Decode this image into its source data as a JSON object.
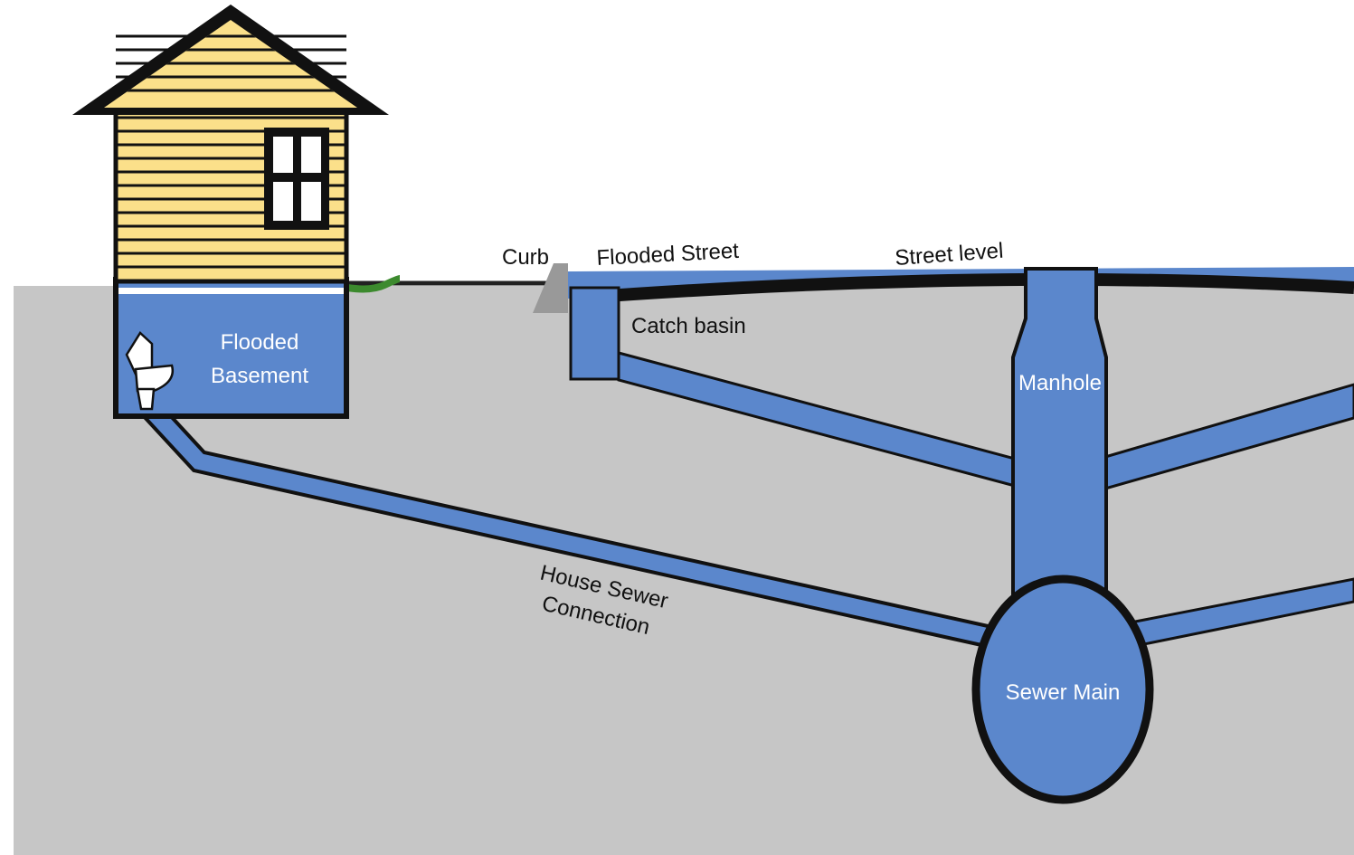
{
  "labels": {
    "flooded_basement_line1": "Flooded",
    "flooded_basement_line2": "Basement",
    "curb": "Curb",
    "flooded_street": "Flooded Street",
    "street_level": "Street level",
    "catch_basin": "Catch basin",
    "manhole": "Manhole",
    "house_sewer_line1": "House Sewer",
    "house_sewer_line2": "Connection",
    "sewer_main": "Sewer Main"
  },
  "colors": {
    "ground": "#c6c6c6",
    "water": "#5b87cc",
    "outline": "#111111",
    "house_siding": "#fbe08a",
    "grass": "#3c8a2e",
    "curb": "#999999"
  }
}
